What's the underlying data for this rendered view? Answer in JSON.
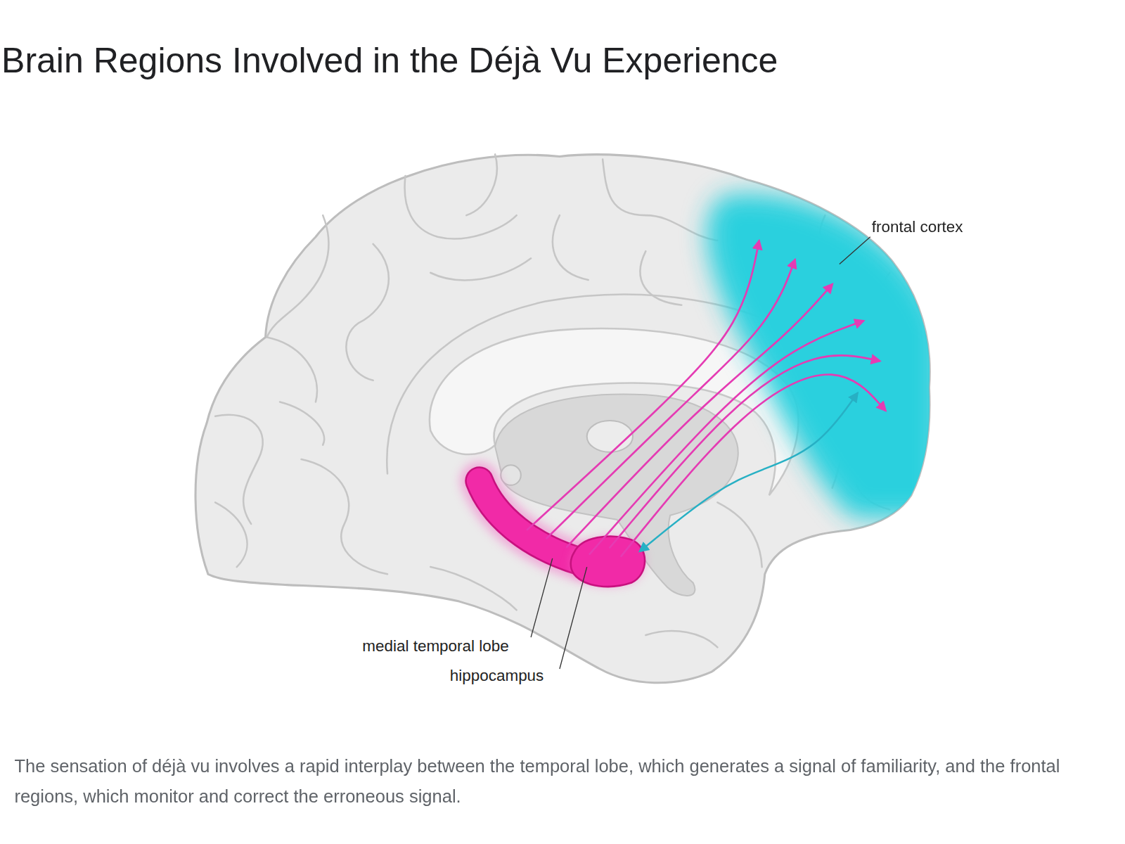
{
  "diagram": {
    "title": "Brain Regions Involved in the Déjà Vu Experience",
    "caption": "The sensation of déjà vu involves a rapid interplay between the temporal lobe, which generates a signal of familiarity, and the frontal regions, which monitor and correct the erroneous signal.",
    "nodes": [
      {
        "text": [
          "frontal cortex"
        ]
      },
      {
        "text": [
          "medial temporal lobe"
        ]
      },
      {
        "text": [
          "hippocampus"
        ],
        "in": 1
      }
    ],
    "edges": [
      {
        "from": 1,
        "to": 0,
        "arrow": "to"
      },
      {
        "from": 1,
        "to": 0,
        "arrow": "to"
      },
      {
        "from": 1,
        "to": 0,
        "arrow": "to"
      },
      {
        "from": 2,
        "to": 0,
        "arrow": "to"
      },
      {
        "from": 2,
        "to": 0,
        "arrow": "to"
      },
      {
        "from": 2,
        "to": 0,
        "arrow": "to"
      },
      {
        "from": 0,
        "to": 2,
        "arrow": "both"
      }
    ]
  }
}
